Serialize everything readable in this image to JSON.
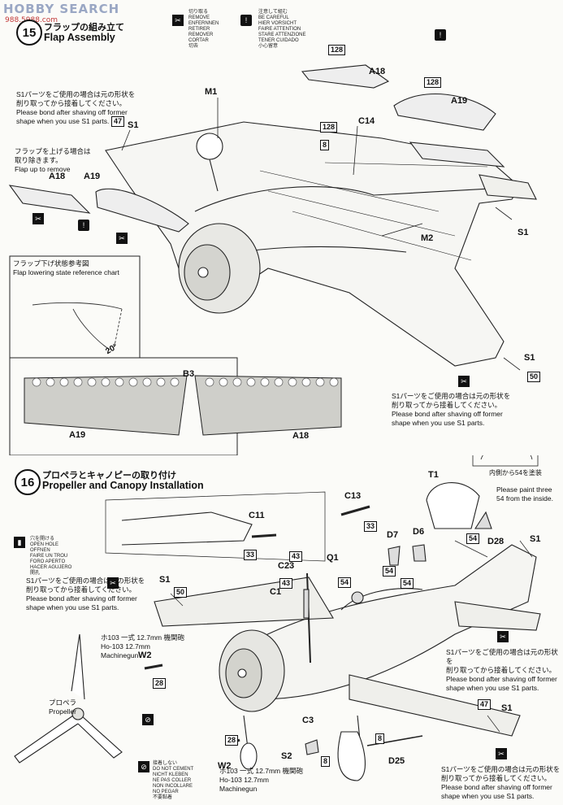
{
  "watermark": {
    "site": "HOBBY SEARCH",
    "url": "988.5988.com"
  },
  "cautions": {
    "remove": [
      "切り取る",
      "REMOVE",
      "ENFERNNEN",
      "RETIRER",
      "REMOVER",
      "CORTAR",
      "切去"
    ],
    "careful": [
      "注意して組む",
      "BE CAREFUL",
      "HIER VORSICHT",
      "FAIRE ATTENTION",
      "STARE ATTENZIONE",
      "TENER CUIDADO",
      "小心留意"
    ]
  },
  "step15": {
    "number": "15",
    "title_jp": "フラップの組み立て",
    "title_en": "Flap Assembly",
    "s1_note": [
      "S1パーツをご使用の場合は元の形状を",
      "削り取ってから接着してください。",
      "Please bond after shaving off former",
      "shape when you use S1 parts."
    ],
    "flap_up_note": [
      "フラップを上げる場合は",
      "取り除きます。",
      "Flap up to remove"
    ],
    "chart_title": [
      "フラップ下げ状態参考図",
      "Flap lowering state reference chart"
    ],
    "angle": "20°",
    "labels": {
      "a18": "A18",
      "a19": "A19",
      "m1": "M1",
      "s1": "S1",
      "c14": "C14",
      "m2": "M2",
      "b3": "B3",
      "n47": "47",
      "n128": "128",
      "n8": "8",
      "n50": "50"
    }
  },
  "step16": {
    "number": "16",
    "title_jp": "プロペラとキャノピーの取り付け",
    "title_en": "Propeller and Canopy Installation",
    "open_hole": [
      "穴を開ける",
      "OPEN HOLE",
      "OFFNEN",
      "FAIRE UN TROU",
      "FORO APERTO",
      "HACER AGUJERO",
      "開孔"
    ],
    "no_cement": [
      "接着しない",
      "DO NOT CEMENT",
      "NICHT KLEBEN",
      "NE PAS COLLER",
      "NON INCOLLARE",
      "NO PEGAR",
      "不要黏着"
    ],
    "paint_note_jp": "内側から54を塗装",
    "paint_note_en": [
      "Please paint three",
      "54 from the inside."
    ],
    "mg_upper": [
      "ホ103 一式 12.7mm 機関砲",
      "Ho-103 12.7mm",
      "Machinegun"
    ],
    "mg_lower": [
      "ホ103 一式 12.7mm 機関砲",
      "Ho-103 12.7mm",
      "Machinegun"
    ],
    "propeller": [
      "プロペラ",
      "Propeller"
    ],
    "labels": {
      "t1": "T1",
      "c13": "C13",
      "c11": "C11",
      "c23": "C23",
      "q1": "Q1",
      "c1": "C1",
      "d7": "D7",
      "d6": "D6",
      "d28": "D28",
      "s1": "S1",
      "w2": "W2",
      "c3": "C3",
      "s2": "S2",
      "d25": "D25",
      "n33": "33",
      "n43": "43",
      "n54": "54",
      "n50": "50",
      "n28": "28",
      "n8": "8",
      "n47": "47"
    }
  }
}
